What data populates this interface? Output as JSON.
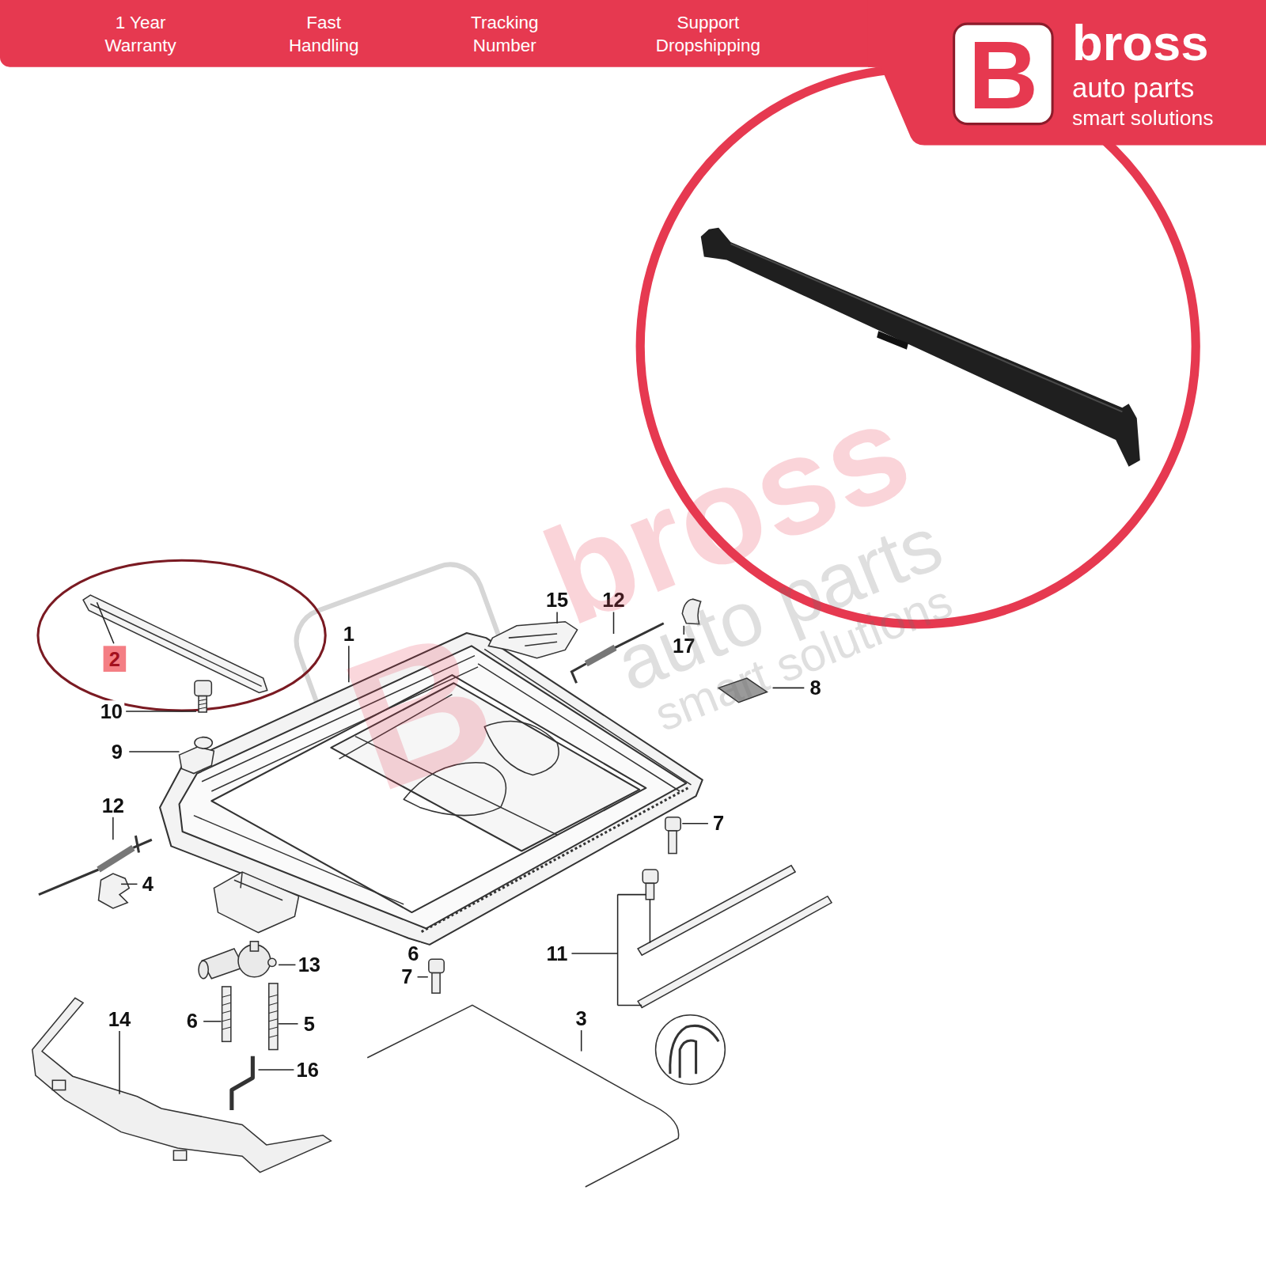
{
  "diagram": {
    "nodes": [
      {
        "text": [
          "1 Year Warranty",
          "Fast Handling",
          "Tracking Number",
          "Support Dropshipping"
        ]
      },
      {
        "text": [
          "bross",
          "auto parts",
          "smart solutions"
        ]
      },
      {
        "text": [
          "B"
        ],
        "in": 1
      },
      {
        "text": [
          "2"
        ]
      }
    ],
    "labels": [
      "15",
      "12",
      "17",
      "1",
      "8",
      "10",
      "9",
      "12",
      "7",
      "4",
      "13",
      "6",
      "5",
      "14",
      "16",
      "3",
      "11",
      "7",
      "6",
      "B",
      "bross",
      "auto parts",
      "smart solutions"
    ]
  }
}
